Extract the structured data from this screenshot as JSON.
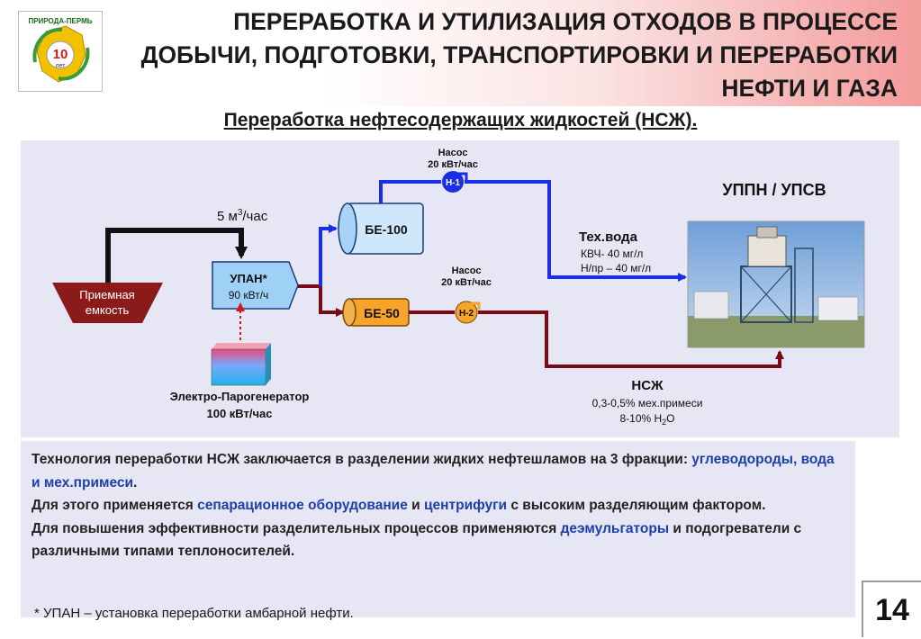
{
  "header": {
    "logo_text": "ПРИРОДА-ПЕРМЬ",
    "logo_number": "10",
    "logo_unit": "лет",
    "title_lines": [
      "ПЕРЕРАБОТКА И УТИЛИЗАЦИЯ ОТХОДОВ В ПРОЦЕССЕ",
      "ДОБЫЧИ, ПОДГОТОВКИ, ТРАНСПОРТИРОВКИ И ПЕРЕРАБОТКИ",
      "НЕФТИ И ГАЗА"
    ]
  },
  "subtitle": "Переработка нефтесодержащих жидкостей (НСЖ).",
  "diagram": {
    "receiving_tank": [
      "Приемная",
      "емкость"
    ],
    "flow_rate": "5 м",
    "flow_rate_sup": "3",
    "flow_rate_unit": "/час",
    "upan": {
      "label": "УПАН*",
      "power": "90 кВт/ч"
    },
    "generator": [
      "Электро-Парогенератор",
      "100 кВт/час"
    ],
    "be100": "БЕ-100",
    "be50": "БЕ-50",
    "pump1": {
      "label": "Н-1",
      "title": "Насос",
      "power": "20 кВт/час"
    },
    "pump2": {
      "label": "Н-2",
      "title": "Насос",
      "power": "20 кВт/час"
    },
    "destination": "УППН / УПСВ",
    "tech_water": {
      "title": "Тех.вода",
      "lines": [
        "КВЧ- 40 мг/л",
        "Н/пр – 40 мг/л"
      ]
    },
    "nszh": {
      "title": "НСЖ",
      "line1": "0,3-0,5% мех.примеси",
      "line2": "8-10% H",
      "line2_sub": "2",
      "line2_end": "O"
    },
    "colors": {
      "blue": "#1a2ee6",
      "maroon": "#7a0a14",
      "black": "#111111"
    }
  },
  "text_panel": {
    "p1_a": "Технология переработки НСЖ заключается в разделении жидких нефтешламов на 3 фракции:",
    "p1_hl": "углеводороды, вода и мех.примеси",
    "p1_end": ".",
    "p2_a": "Для этого применяется",
    "p2_hl1": "сепарационное оборудование",
    "p2_b": "и",
    "p2_hl2": "центрифуги",
    "p2_c": "с высоким разделяющим фактором.",
    "p3_a": "Для повышения эффективности разделительных процессов применяются",
    "p3_hl": "деэмульгаторы",
    "p3_b": "и подогреватели с различными типами теплоносителей."
  },
  "footnote": "* УПАН – установка переработки амбарной нефти.",
  "page_number": "14"
}
